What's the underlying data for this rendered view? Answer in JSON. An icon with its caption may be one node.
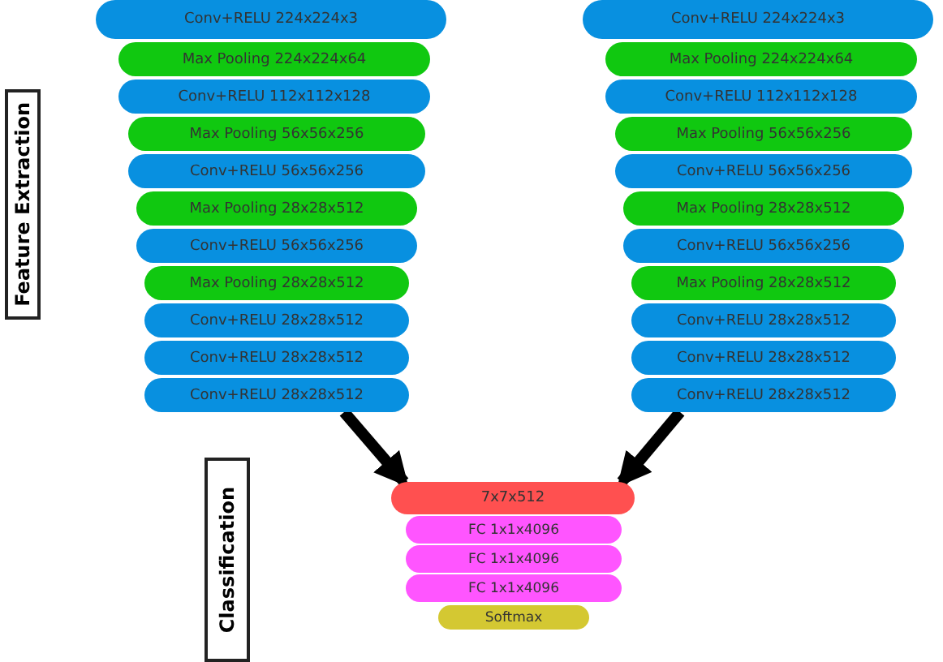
{
  "diagram": {
    "nodes": [
      {
        "text": [
          "Feature Extraction"
        ]
      },
      {
        "text": [
          "Conv+RELU 224x224x3"
        ]
      },
      {
        "text": [
          "Max Pooling 224x224x64"
        ]
      },
      {
        "text": [
          "Conv+RELU 112x112x128"
        ]
      },
      {
        "text": [
          "Max Pooling 56x56x256"
        ]
      },
      {
        "text": [
          "Conv+RELU 56x56x256"
        ]
      },
      {
        "text": [
          "Max Pooling 28x28x512"
        ]
      },
      {
        "text": [
          "Conv+RELU 56x56x256"
        ]
      },
      {
        "text": [
          "Max Pooling 28x28x512"
        ]
      },
      {
        "text": [
          "Conv+RELU 28x28x512"
        ]
      },
      {
        "text": [
          "Conv+RELU 28x28x512"
        ]
      },
      {
        "text": [
          "Conv+RELU 28x28x512"
        ]
      },
      {
        "text": [
          "Conv+RELU 224x224x3"
        ]
      },
      {
        "text": [
          "Max Pooling 224x224x64"
        ]
      },
      {
        "text": [
          "Conv+RELU 112x112x128"
        ]
      },
      {
        "text": [
          "Max Pooling 56x56x256"
        ]
      },
      {
        "text": [
          "Conv+RELU 56x56x256"
        ]
      },
      {
        "text": [
          "Max Pooling 28x28x512"
        ]
      },
      {
        "text": [
          "Conv+RELU 56x56x256"
        ]
      },
      {
        "text": [
          "Max Pooling 28x28x512"
        ]
      },
      {
        "text": [
          "Conv+RELU 28x28x512"
        ]
      },
      {
        "text": [
          "Conv+RELU 28x28x512"
        ]
      },
      {
        "text": [
          "Conv+RELU 28x28x512"
        ]
      },
      {
        "text": [
          "Classification"
        ]
      },
      {
        "text": [
          "7x7x512"
        ]
      },
      {
        "text": [
          "FC 1x1x4096"
        ]
      },
      {
        "text": [
          "FC 1x1x4096"
        ]
      },
      {
        "text": [
          "FC 1x1x4096"
        ]
      },
      {
        "text": [
          "Softmax"
        ]
      }
    ],
    "edges": [
      {
        "from": 11,
        "to": 24,
        "arrow": "to"
      },
      {
        "from": 22,
        "to": 24,
        "arrow": "to"
      }
    ]
  }
}
